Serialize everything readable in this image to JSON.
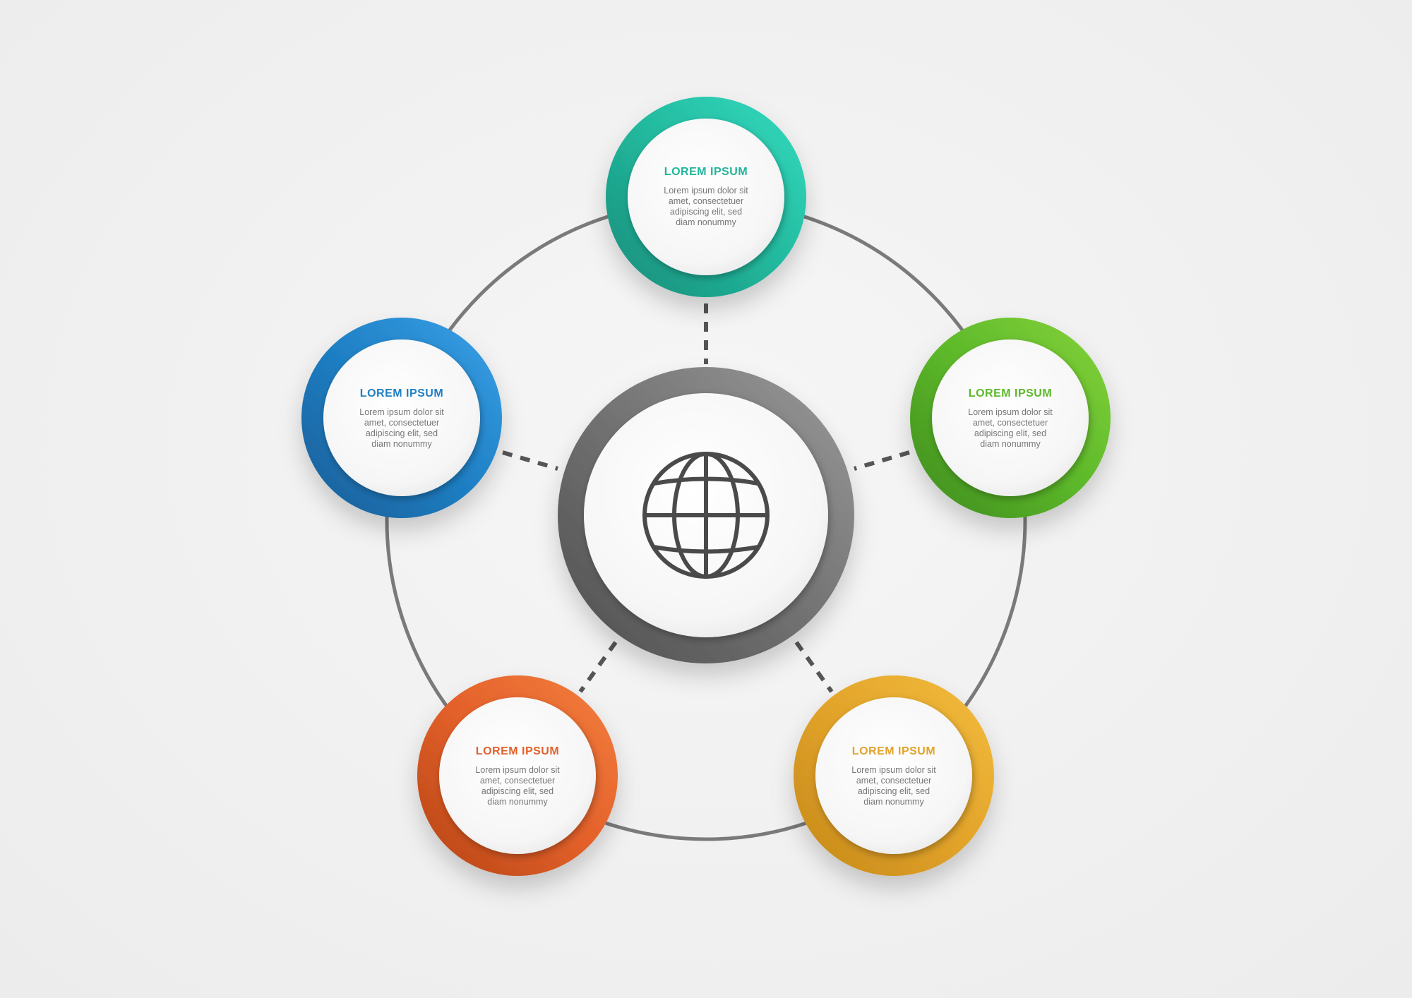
{
  "center": {
    "icon": "globe-icon",
    "ring_color": "#6d6d6d"
  },
  "nodes": [
    {
      "id": "top",
      "title": "LOREM IPSUM",
      "color": "#21b59b",
      "body": [
        "Lorem ipsum dolor sit",
        "amet, consectetuer",
        "adipiscing elit, sed",
        "diam nonummy"
      ]
    },
    {
      "id": "left",
      "title": "LOREM IPSUM",
      "color": "#1f7fc4",
      "body": [
        "Lorem ipsum dolor sit",
        "amet, consectetuer",
        "adipiscing elit, sed",
        "diam nonummy"
      ]
    },
    {
      "id": "right",
      "title": "LOREM IPSUM",
      "color": "#5cb82a",
      "body": [
        "Lorem ipsum dolor sit",
        "amet, consectetuer",
        "adipiscing elit, sed",
        "diam nonummy"
      ]
    },
    {
      "id": "bottom-left",
      "title": "LOREM IPSUM",
      "color": "#e3602a",
      "body": [
        "Lorem ipsum dolor sit",
        "amet, consectetuer",
        "adipiscing elit, sed",
        "diam nonummy"
      ]
    },
    {
      "id": "bottom-right",
      "title": "LOREM IPSUM",
      "color": "#e2a32a",
      "body": [
        "Lorem ipsum dolor sit",
        "amet, consectetuer",
        "adipiscing elit, sed",
        "diam nonummy"
      ]
    }
  ]
}
